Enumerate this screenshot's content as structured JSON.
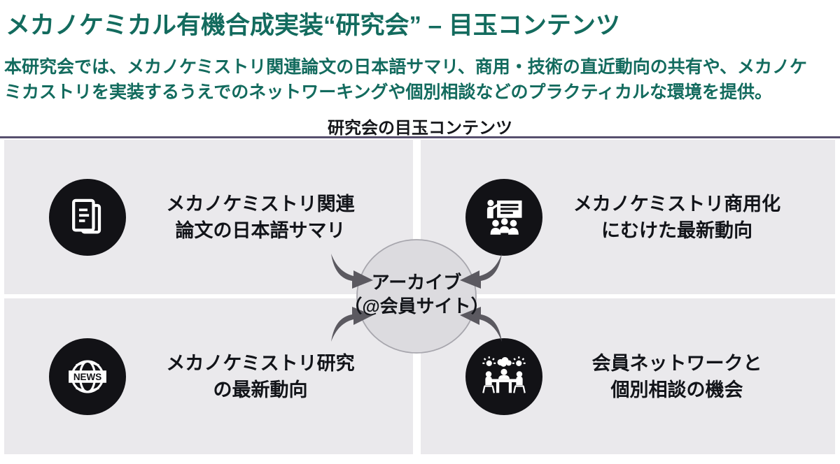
{
  "slide": {
    "title": "メカノケミカル有機合成実装“研究会” – 目玉コンテンツ",
    "intro": "本研究会では、メカノケミストリ関連論文の日本語サマリ、商用・技術の直近動向の共有や、メカノケ\nミカストリを実装するうえでのネットワーキングや個別相談などのプラクティカルな環境を提供。",
    "section_header": "研究会の目玉コンテンツ",
    "news_label": "NEWS",
    "center": {
      "line1": "アーカイブ",
      "line2": "（@会員サイト）"
    },
    "quadrants": [
      {
        "id": "paper-summary",
        "icon": "documents-icon",
        "line1": "メカノケミストリ関連",
        "line2": "論文の日本語サマリ"
      },
      {
        "id": "commercial",
        "icon": "presentation-icon",
        "line1": "メカノケミストリ商用化",
        "line2": "にむけた最新動向"
      },
      {
        "id": "research-news",
        "icon": "news-globe-icon",
        "line1": "メカノケミストリ研究",
        "line2": "の最新動向"
      },
      {
        "id": "networking",
        "icon": "networking-icon",
        "line1": "会員ネットワークと",
        "line2": "個別相談の機会"
      }
    ],
    "colors": {
      "title_text": "#136b5e",
      "intro_text": "#136b5e",
      "body_text": "#121419",
      "divider": "#57506e",
      "panel_bg": "#eae9ec",
      "icon_bg": "#121216",
      "icon_glyph": "#ffffff",
      "arrow": "#5b5960",
      "center_circle_fill": "#dcdbdf",
      "center_circle_border": "#a7a6ad",
      "background": "#ffffff"
    }
  }
}
